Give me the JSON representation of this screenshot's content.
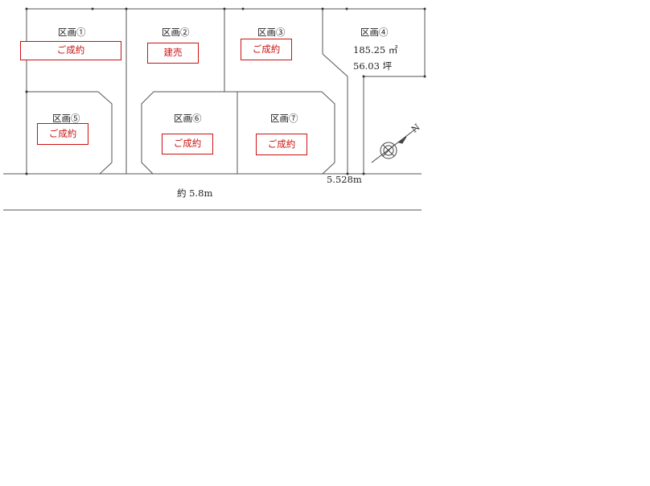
{
  "plots": [
    {
      "label": "区画①",
      "status": "ご成約"
    },
    {
      "label": "区画②",
      "status": "建売"
    },
    {
      "label": "区画③",
      "status": "ご成約"
    },
    {
      "label": "区画④",
      "area_sqm": "185.25 ㎡",
      "area_tsubo": "56.03 坪"
    },
    {
      "label": "区画⑤",
      "status": "ご成約"
    },
    {
      "label": "区画⑥",
      "status": "ご成約"
    },
    {
      "label": "区画⑦",
      "status": "ご成約"
    }
  ],
  "road": {
    "width_main": "約 5.8m",
    "width_side": "5.528m"
  },
  "compass": {
    "north_label": "N"
  },
  "colors": {
    "line": "#555555",
    "status": "#cc1111"
  }
}
